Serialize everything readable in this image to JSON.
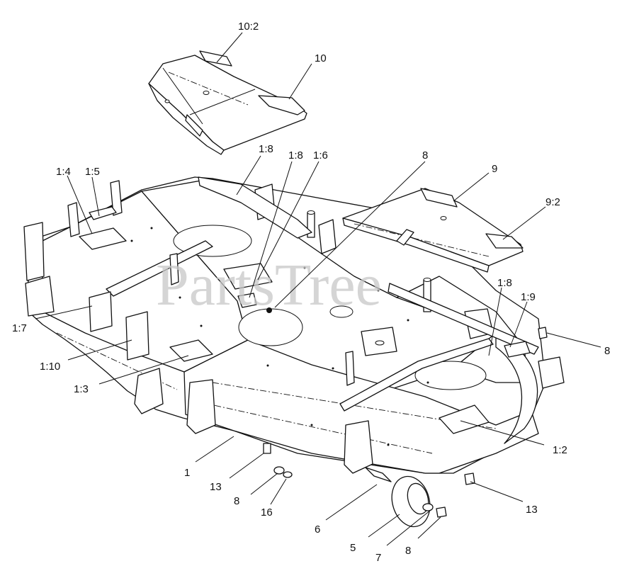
{
  "watermark": "PartsTree",
  "callouts": [
    {
      "id": "c-10-2",
      "text": "10:2"
    },
    {
      "id": "c-10",
      "text": "10"
    },
    {
      "id": "c-1-4",
      "text": "1:4"
    },
    {
      "id": "c-1-5",
      "text": "1:5"
    },
    {
      "id": "c-1-8a",
      "text": "1:8"
    },
    {
      "id": "c-1-8b",
      "text": "1:8"
    },
    {
      "id": "c-1-6",
      "text": "1:6"
    },
    {
      "id": "c-8a",
      "text": "8"
    },
    {
      "id": "c-9",
      "text": "9"
    },
    {
      "id": "c-9-2",
      "text": "9:2"
    },
    {
      "id": "c-1-8c",
      "text": "1:8"
    },
    {
      "id": "c-1-9",
      "text": "1:9"
    },
    {
      "id": "c-8b",
      "text": "8"
    },
    {
      "id": "c-1-7",
      "text": "1:7"
    },
    {
      "id": "c-1-10",
      "text": "1:10"
    },
    {
      "id": "c-1-3",
      "text": "1:3"
    },
    {
      "id": "c-1-2",
      "text": "1:2"
    },
    {
      "id": "c-1",
      "text": "1"
    },
    {
      "id": "c-13a",
      "text": "13"
    },
    {
      "id": "c-8c",
      "text": "8"
    },
    {
      "id": "c-16",
      "text": "16"
    },
    {
      "id": "c-6",
      "text": "6"
    },
    {
      "id": "c-13b",
      "text": "13"
    },
    {
      "id": "c-5",
      "text": "5"
    },
    {
      "id": "c-7",
      "text": "7"
    },
    {
      "id": "c-8d",
      "text": "8"
    }
  ]
}
